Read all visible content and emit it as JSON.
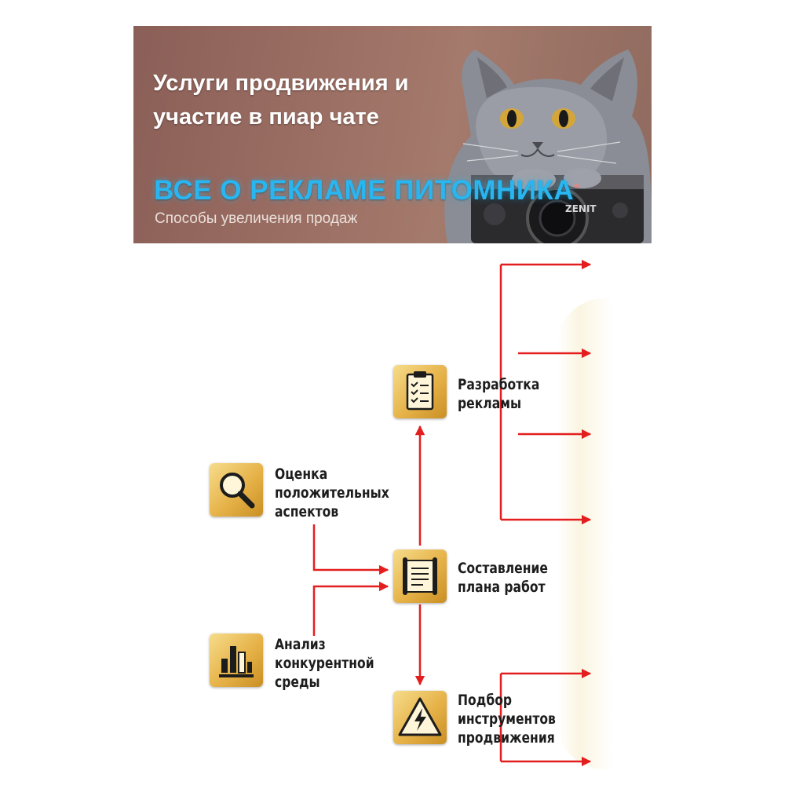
{
  "banner": {
    "title_line1": "Услуги продвижения и",
    "title_line2": "участие в пиар чате",
    "headline": "ВСЕ О РЕКЛАМЕ ПИТОМНИКА",
    "subtitle": "Способы увеличения продаж",
    "camera_brand": "ZENIT"
  },
  "diagram": {
    "nodes": [
      {
        "id": "ad-dev",
        "icon": "clipboard-icon",
        "lines": [
          "Разработка",
          "рекламы"
        ]
      },
      {
        "id": "eval",
        "icon": "magnifier-icon",
        "lines": [
          "Оценка",
          "положительных",
          "аспектов"
        ]
      },
      {
        "id": "plan",
        "icon": "scroll-icon",
        "lines": [
          "Составление",
          "плана работ"
        ]
      },
      {
        "id": "analysis",
        "icon": "bar-chart-icon",
        "lines": [
          "Анализ",
          "конкурентной",
          "среды"
        ]
      },
      {
        "id": "tools",
        "icon": "warning-bolt-icon",
        "lines": [
          "Подбор",
          "инструментов",
          "продвижения"
        ]
      }
    ],
    "colors": {
      "arrow": "#e41e1e",
      "icon_gold": "#e6b248",
      "icon_dark": "#1c1c1c"
    }
  }
}
